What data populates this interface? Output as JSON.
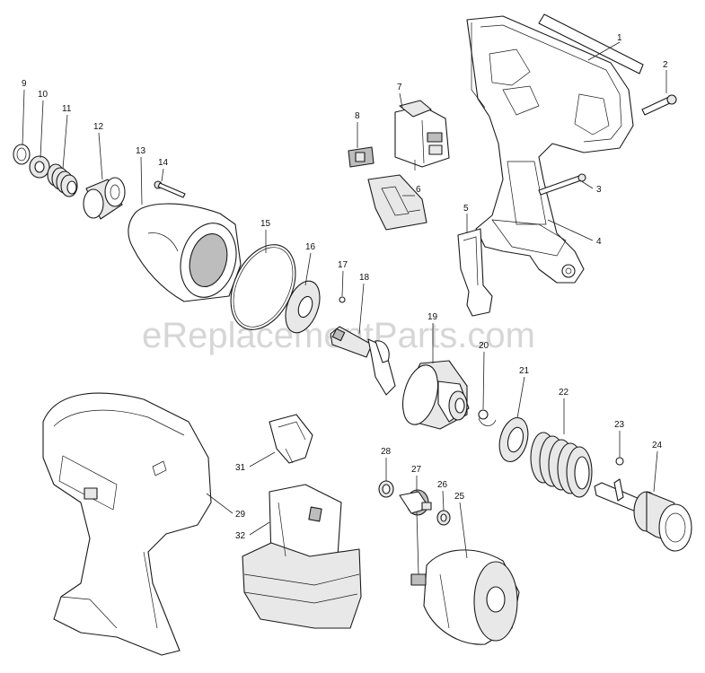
{
  "watermark": "eReplacementParts.com",
  "callouts": [
    {
      "id": "1",
      "label": "1"
    },
    {
      "id": "2",
      "label": "2"
    },
    {
      "id": "3",
      "label": "3"
    },
    {
      "id": "4",
      "label": "4"
    },
    {
      "id": "5",
      "label": "5"
    },
    {
      "id": "6",
      "label": "6"
    },
    {
      "id": "7",
      "label": "7"
    },
    {
      "id": "8",
      "label": "8"
    },
    {
      "id": "9",
      "label": "9"
    },
    {
      "id": "10",
      "label": "10"
    },
    {
      "id": "11",
      "label": "11"
    },
    {
      "id": "12",
      "label": "12"
    },
    {
      "id": "13",
      "label": "13"
    },
    {
      "id": "14",
      "label": "14"
    },
    {
      "id": "15",
      "label": "15"
    },
    {
      "id": "16",
      "label": "16"
    },
    {
      "id": "17",
      "label": "17"
    },
    {
      "id": "18",
      "label": "18"
    },
    {
      "id": "19",
      "label": "19"
    },
    {
      "id": "20",
      "label": "20"
    },
    {
      "id": "21",
      "label": "21"
    },
    {
      "id": "22",
      "label": "22"
    },
    {
      "id": "23",
      "label": "23"
    },
    {
      "id": "24",
      "label": "24"
    },
    {
      "id": "25",
      "label": "25"
    },
    {
      "id": "26",
      "label": "26"
    },
    {
      "id": "27",
      "label": "27"
    },
    {
      "id": "28",
      "label": "28"
    },
    {
      "id": "29",
      "label": "29"
    },
    {
      "id": "31",
      "label": "31"
    },
    {
      "id": "32",
      "label": "32"
    }
  ]
}
